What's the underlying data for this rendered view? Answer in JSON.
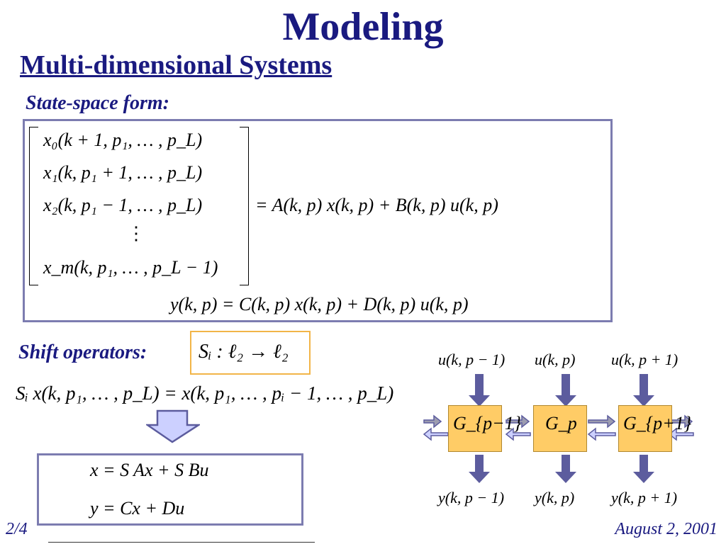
{
  "slide": {
    "title": "Modeling",
    "subtitle": "Multi-dimensional Systems",
    "state_space_label": "State-space form:",
    "shift_label": "Shift operators:",
    "page_number": "2/4",
    "date": "August 2, 2001"
  },
  "equations": {
    "state_rows": [
      "x₀(k + 1, p₁, … , p_L)",
      "x₁(k, p₁ + 1, … , p_L)",
      "x₂(k, p₁ − 1, … , p_L)",
      "⋮",
      "x_m(k, p₁, … , p_L − 1)"
    ],
    "state_rhs": "= A(k, p) x(k, p) + B(k, p) u(k, p)",
    "output_eq": "y(k, p) = C(k, p) x(k, p) + D(k, p) u(k, p)",
    "shift_def": "Sᵢ : ℓ₂ → ℓ₂",
    "shift_action": "Sᵢ x(k, p₁, … , p_L) = x(k, p₁, … , pᵢ − 1, … , p_L)",
    "compact_state": "x = S Ax + S Bu",
    "compact_output": "y = Cx + Du"
  },
  "diagram": {
    "inputs": [
      "u(k, p − 1)",
      "u(k, p)",
      "u(k, p + 1)"
    ],
    "blocks": [
      "G_{p−1}",
      "G_p",
      "G_{p+1}"
    ],
    "outputs": [
      "y(k, p − 1)",
      "y(k, p)",
      "y(k, p + 1)"
    ],
    "colors": {
      "block": "#ffcc66",
      "arrow": "#5c5c9e",
      "accent": "#1a1a80"
    }
  }
}
